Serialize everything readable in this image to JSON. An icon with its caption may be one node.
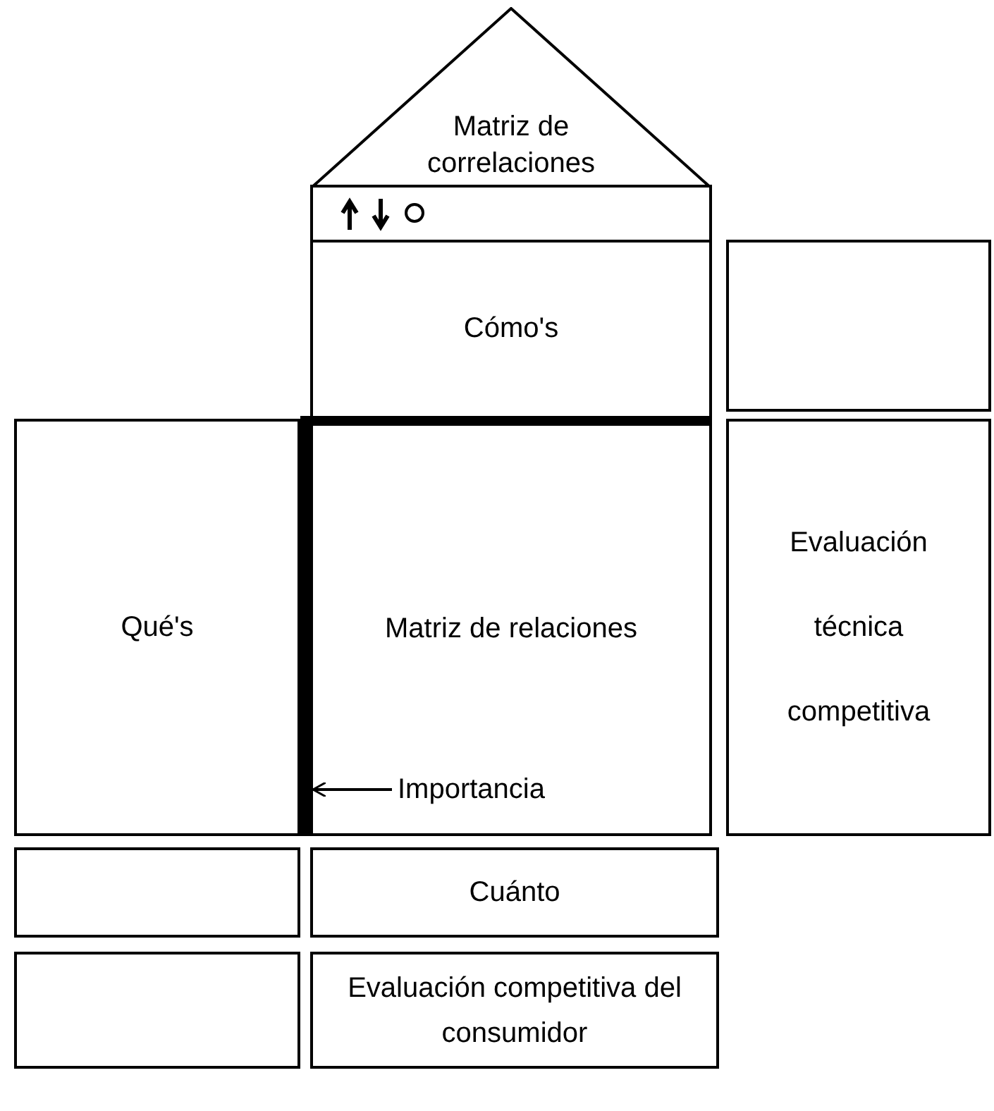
{
  "diagram": {
    "nodes": [
      {
        "text": [
          "Matriz de correlaciones"
        ]
      },
      {
        "text": [],
        "shape": "box"
      },
      {
        "text": [
          "Cómo's"
        ]
      },
      {
        "text": [],
        "shape": "box"
      },
      {
        "text": [
          "Qué's"
        ]
      },
      {
        "text": [
          "Matriz de relaciones"
        ]
      },
      {
        "text": [
          "Importancia"
        ],
        "in": 5
      },
      {
        "text": [],
        "shape": "bar"
      },
      {
        "text": [
          "Evaluación técnica competitiva"
        ]
      },
      {
        "text": [],
        "shape": "box"
      },
      {
        "text": [
          "Cuánto"
        ]
      },
      {
        "text": [],
        "shape": "box"
      },
      {
        "text": [
          "Evaluación competitiva del consumidor"
        ]
      }
    ],
    "edges": [
      {
        "from": 6,
        "to": 7,
        "arrow": "to"
      }
    ]
  }
}
